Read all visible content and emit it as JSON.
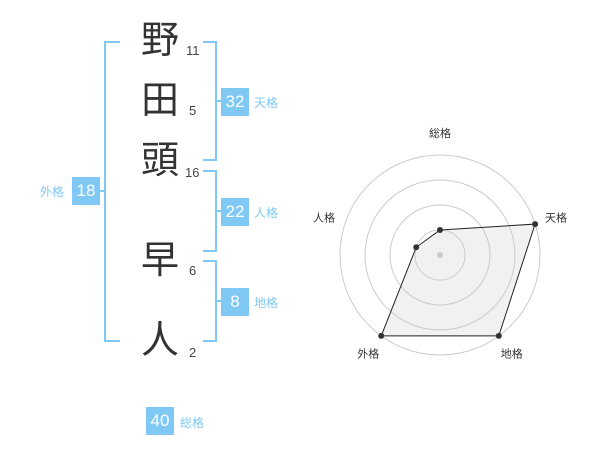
{
  "name": {
    "characters": [
      {
        "char": "野",
        "strokes": "11"
      },
      {
        "char": "田",
        "strokes": "5"
      },
      {
        "char": "頭",
        "strokes": "16"
      },
      {
        "char": "早",
        "strokes": "6"
      },
      {
        "char": "人",
        "strokes": "2"
      }
    ]
  },
  "fortunes": {
    "tenkaku": {
      "value": "32",
      "label": "天格"
    },
    "jinkaku": {
      "value": "22",
      "label": "人格"
    },
    "chikaku": {
      "value": "8",
      "label": "地格"
    },
    "gaikaku": {
      "value": "18",
      "label": "外格"
    },
    "soukaku": {
      "value": "40",
      "label": "総格"
    }
  },
  "colors": {
    "accent": "#7fc9f4",
    "text": "#333333"
  },
  "chart_data": {
    "type": "radar",
    "axes": [
      "総格",
      "天格",
      "地格",
      "外格",
      "人格"
    ],
    "rings": 4,
    "values": [
      1,
      4,
      4,
      4,
      1
    ],
    "max": 4
  }
}
